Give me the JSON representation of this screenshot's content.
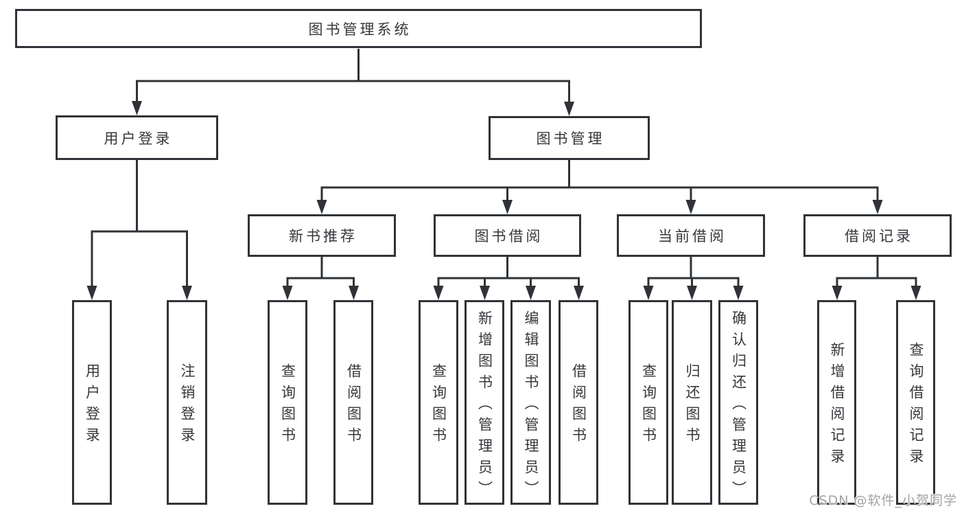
{
  "tree": {
    "root": "图书管理系统",
    "branches": [
      {
        "label": "用户登录",
        "children": [
          {
            "label": "用户登录"
          },
          {
            "label": "注销登录"
          }
        ]
      },
      {
        "label": "图书管理",
        "children": [
          {
            "label": "新书推荐",
            "children": [
              {
                "label": "查询图书"
              },
              {
                "label": "借阅图书"
              }
            ]
          },
          {
            "label": "图书借阅",
            "children": [
              {
                "label": "查询图书"
              },
              {
                "label": "新增图书（管理员）"
              },
              {
                "label": "编辑图书（管理员）"
              },
              {
                "label": "借阅图书"
              }
            ]
          },
          {
            "label": "当前借阅",
            "children": [
              {
                "label": "查询图书"
              },
              {
                "label": "归还图书"
              },
              {
                "label": "确认归还（管理员）"
              }
            ]
          },
          {
            "label": "借阅记录",
            "children": [
              {
                "label": "新增借阅记录"
              },
              {
                "label": "查询借阅记录"
              }
            ]
          }
        ]
      }
    ]
  },
  "watermark": "CSDN @软件_小贺同学",
  "colors": {
    "line": "#2f3337",
    "text": "#35383c",
    "background": "#ffffff",
    "watermark": "#a3a3a3"
  }
}
